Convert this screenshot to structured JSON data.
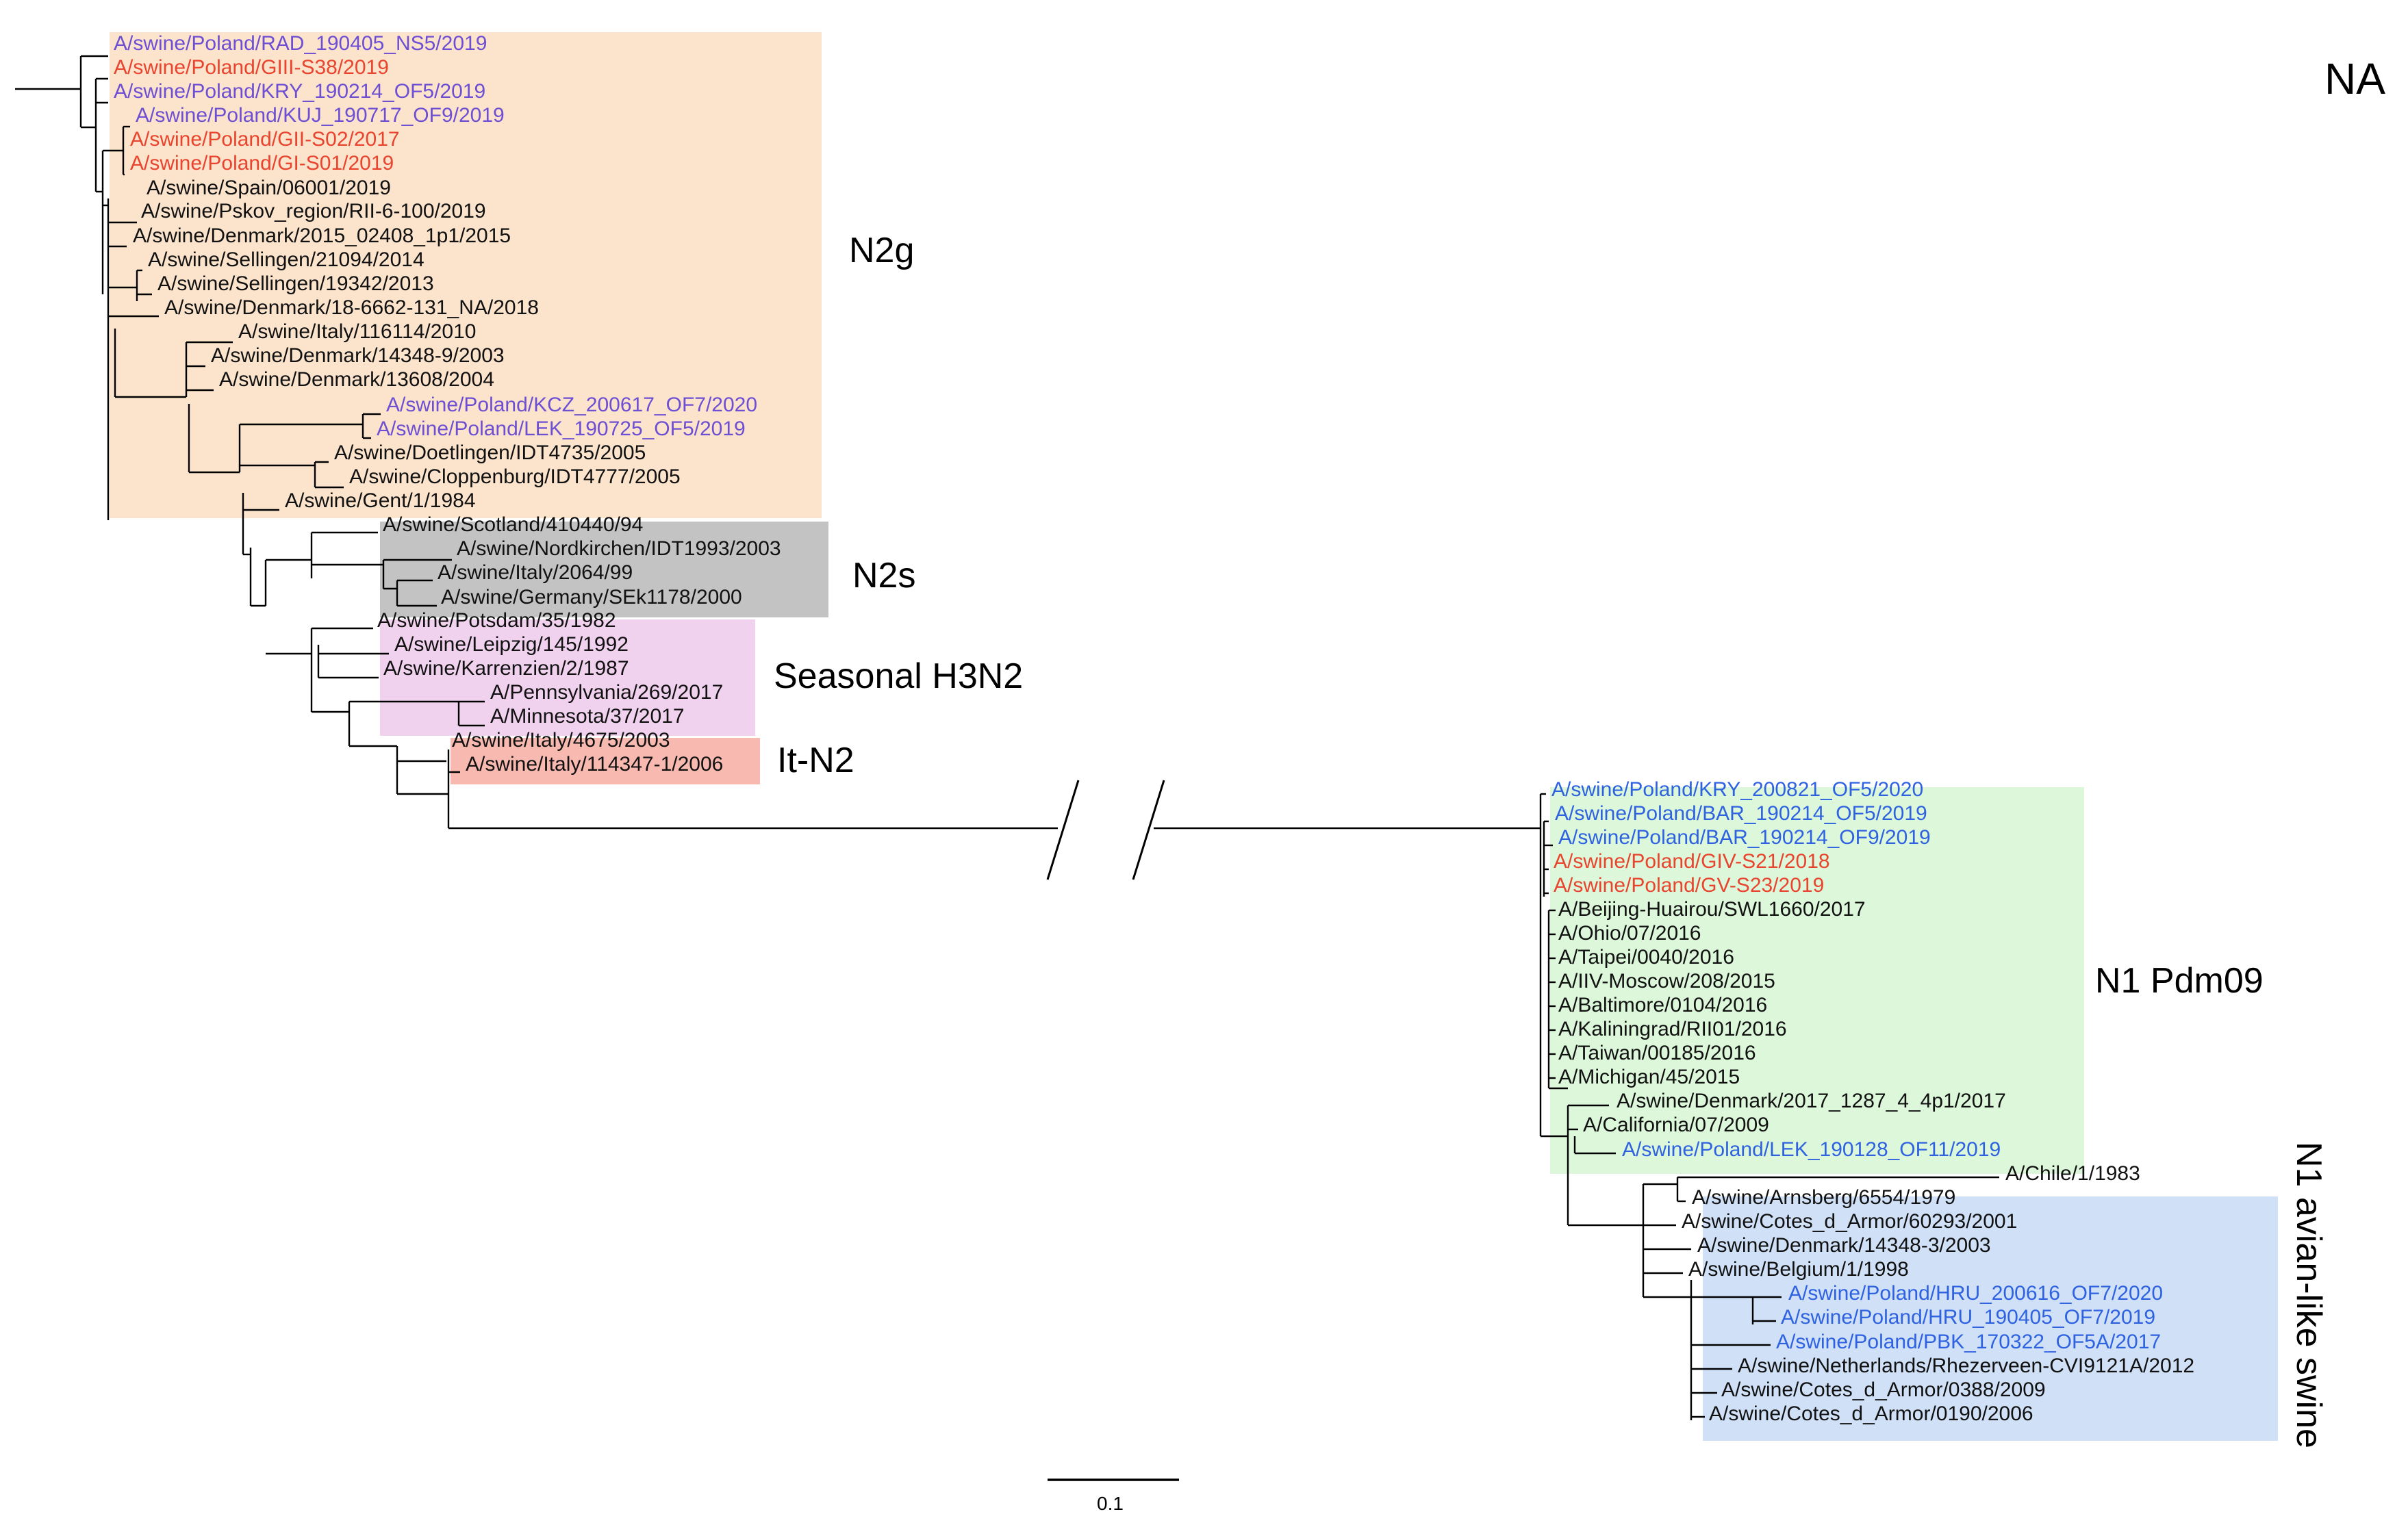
{
  "title": "NA",
  "colors": {
    "poland_a": "#6d4fd4",
    "poland_b": "#e8442e",
    "poland_c": "#2e62e0",
    "reference": "#111111",
    "n2g_box": "#fbe3cc",
    "n2s_box": "#c3c3c3",
    "h3n2_box": "#f1d2ee",
    "itn2_box": "#f7b9b0",
    "pdm09_box": "#dcf7da",
    "avian_box": "#cfe0f7"
  },
  "clades": {
    "n2g": "N2g",
    "n2s": "N2s",
    "h3n2": "Seasonal H3N2",
    "itn2": "It-N2",
    "pdm09": "N1 Pdm09",
    "avian": "N1 avian-like swine"
  },
  "scale_bar": {
    "label": "0.1"
  },
  "leaves": [
    {
      "label": "A/swine/Poland/RAD_190405_NS5/2019",
      "color": "poland_a"
    },
    {
      "label": "A/swine/Poland/GIII-S38/2019",
      "color": "poland_b"
    },
    {
      "label": "A/swine/Poland/KRY_190214_OF5/2019",
      "color": "poland_a"
    },
    {
      "label": "A/swine/Poland/KUJ_190717_OF9/2019",
      "color": "poland_a"
    },
    {
      "label": "A/swine/Poland/GII-S02/2017",
      "color": "poland_b"
    },
    {
      "label": "A/swine/Poland/GI-S01/2019",
      "color": "poland_b"
    },
    {
      "label": "A/swine/Spain/06001/2019",
      "color": "reference"
    },
    {
      "label": "A/swine/Pskov_region/RII-6-100/2019",
      "color": "reference"
    },
    {
      "label": "A/swine/Denmark/2015_02408_1p1/2015",
      "color": "reference"
    },
    {
      "label": "A/swine/Sellingen/21094/2014",
      "color": "reference"
    },
    {
      "label": "A/swine/Sellingen/19342/2013",
      "color": "reference"
    },
    {
      "label": "A/swine/Denmark/18-6662-131_NA/2018",
      "color": "reference"
    },
    {
      "label": "A/swine/Italy/116114/2010",
      "color": "reference"
    },
    {
      "label": "A/swine/Denmark/14348-9/2003",
      "color": "reference"
    },
    {
      "label": "A/swine/Denmark/13608/2004",
      "color": "reference"
    },
    {
      "label": "A/swine/Poland/KCZ_200617_OF7/2020",
      "color": "poland_a"
    },
    {
      "label": "A/swine/Poland/LEK_190725_OF5/2019",
      "color": "poland_a"
    },
    {
      "label": "A/swine/Doetlingen/IDT4735/2005",
      "color": "reference"
    },
    {
      "label": "A/swine/Cloppenburg/IDT4777/2005",
      "color": "reference"
    },
    {
      "label": "A/swine/Gent/1/1984",
      "color": "reference"
    },
    {
      "label": "A/swine/Scotland/410440/94",
      "color": "reference"
    },
    {
      "label": "A/swine/Nordkirchen/IDT1993/2003",
      "color": "reference"
    },
    {
      "label": "A/swine/Italy/2064/99",
      "color": "reference"
    },
    {
      "label": "A/swine/Germany/SEk1178/2000",
      "color": "reference"
    },
    {
      "label": "A/swine/Potsdam/35/1982",
      "color": "reference"
    },
    {
      "label": "A/swine/Leipzig/145/1992",
      "color": "reference"
    },
    {
      "label": "A/swine/Karrenzien/2/1987",
      "color": "reference"
    },
    {
      "label": "A/Pennsylvania/269/2017",
      "color": "reference"
    },
    {
      "label": "A/Minnesota/37/2017",
      "color": "reference"
    },
    {
      "label": "A/swine/Italy/4675/2003",
      "color": "reference"
    },
    {
      "label": "A/swine/Italy/114347-1/2006",
      "color": "reference"
    },
    {
      "label": "A/swine/Poland/KRY_200821_OF5/2020",
      "color": "poland_c"
    },
    {
      "label": "A/swine/Poland/BAR_190214_OF5/2019",
      "color": "poland_c"
    },
    {
      "label": "A/swine/Poland/BAR_190214_OF9/2019",
      "color": "poland_c"
    },
    {
      "label": "A/swine/Poland/GIV-S21/2018",
      "color": "poland_b"
    },
    {
      "label": "A/swine/Poland/GV-S23/2019",
      "color": "poland_b"
    },
    {
      "label": "A/Beijing-Huairou/SWL1660/2017",
      "color": "reference"
    },
    {
      "label": "A/Ohio/07/2016",
      "color": "reference"
    },
    {
      "label": "A/Taipei/0040/2016",
      "color": "reference"
    },
    {
      "label": "A/IIV-Moscow/208/2015",
      "color": "reference"
    },
    {
      "label": "A/Baltimore/0104/2016",
      "color": "reference"
    },
    {
      "label": "A/Kaliningrad/RII01/2016",
      "color": "reference"
    },
    {
      "label": "A/Taiwan/00185/2016",
      "color": "reference"
    },
    {
      "label": "A/Michigan/45/2015",
      "color": "reference"
    },
    {
      "label": "A/swine/Denmark/2017_1287_4_4p1/2017",
      "color": "reference"
    },
    {
      "label": "A/California/07/2009",
      "color": "reference"
    },
    {
      "label": "A/swine/Poland/LEK_190128_OF11/2019",
      "color": "poland_c"
    },
    {
      "label": "A/Chile/1/1983",
      "color": "reference"
    },
    {
      "label": "A/swine/Arnsberg/6554/1979",
      "color": "reference"
    },
    {
      "label": "A/swine/Cotes_d_Armor/60293/2001",
      "color": "reference"
    },
    {
      "label": "A/swine/Denmark/14348-3/2003",
      "color": "reference"
    },
    {
      "label": "A/swine/Belgium/1/1998",
      "color": "reference"
    },
    {
      "label": "A/swine/Poland/HRU_200616_OF7/2020",
      "color": "poland_c"
    },
    {
      "label": "A/swine/Poland/HRU_190405_OF7/2019",
      "color": "poland_c"
    },
    {
      "label": "A/swine/Poland/PBK_170322_OF5A/2017",
      "color": "poland_c"
    },
    {
      "label": "A/swine/Netherlands/Rhezerveen-CVI9121A/2012",
      "color": "reference"
    },
    {
      "label": "A/swine/Cotes_d_Armor/0388/2009",
      "color": "reference"
    },
    {
      "label": "A/swine/Cotes_d_Armor/0190/2006",
      "color": "reference"
    }
  ]
}
